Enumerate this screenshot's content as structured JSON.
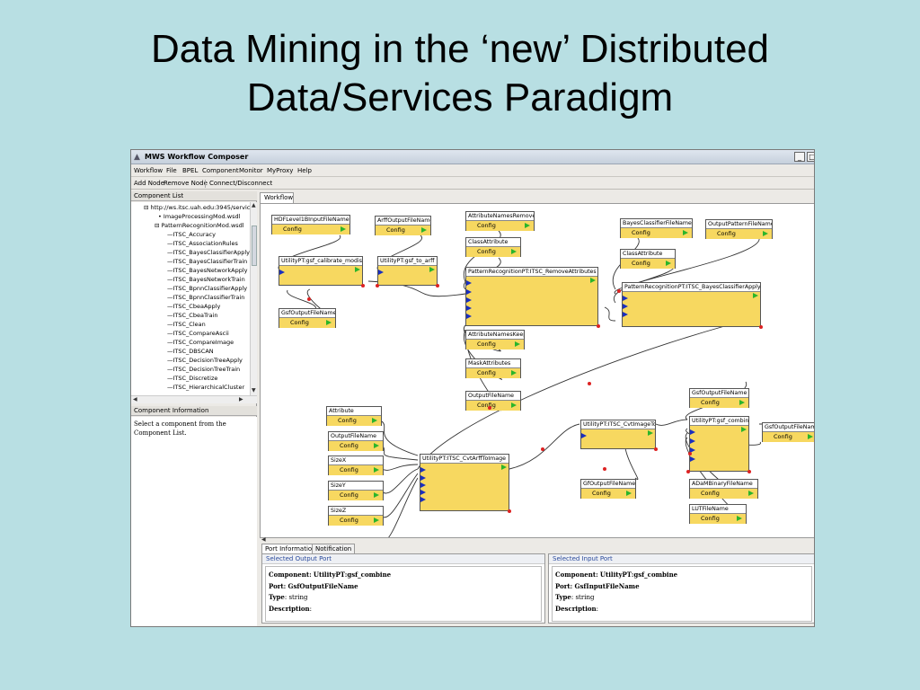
{
  "slide": {
    "title_line1": "Data Mining in the ‘new’ Distributed",
    "title_line2": "Data/Services Paradigm"
  },
  "window": {
    "title": "MWS Workflow Composer",
    "minimize": "_",
    "restore": "□"
  },
  "menu": [
    "Workflow",
    "File",
    "BPEL",
    "Component",
    "Monitor",
    "MyProxy",
    "Help"
  ],
  "toolbar": [
    "Add Node",
    "Remove Node",
    "Connect/Disconnect"
  ],
  "component_list": {
    "header": "Component List",
    "items": [
      "http://ws.itsc.uah.edu:3945/servic",
      "ImageProcessingMod.wsdl",
      "PatternRecognitionMod.wsdl",
      "ITSC_Accuracy",
      "ITSC_AssociationRules",
      "ITSC_BayesClassifierApply",
      "ITSC_BayesClassifierTrain",
      "ITSC_BayesNetworkApply",
      "ITSC_BayesNetworkTrain",
      "ITSC_BpnnClassifierApply",
      "ITSC_BpnnClassifierTrain",
      "ITSC_CbeaApply",
      "ITSC_CbeaTrain",
      "ITSC_Clean",
      "ITSC_CompareAscii",
      "ITSC_CompareImage",
      "ITSC_DBSCAN",
      "ITSC_DecisionTreeApply",
      "ITSC_DecisionTreeTrain",
      "ITSC_Discretize",
      "ITSC_HierarchicalCluster"
    ]
  },
  "component_info": {
    "header": "Component Information",
    "text": "Select a component from the Component List."
  },
  "workflow_tab": "Workflow",
  "config_label": "Config",
  "params": [
    "HDFLevel1BInputFileName",
    "ArffOutputFileName",
    "AttributeNamesRemove",
    "ClassAttribute",
    "BayesClassifierFileName",
    "OutputPatternFileName",
    "ClassAttribute",
    "GsfOutputFileName",
    "AttributeNamesKeep",
    "MaskAttributes",
    "OutputFileName",
    "GsfOutputFileName",
    "Attribute",
    "OutputFileName",
    "SizeX",
    "SizeY",
    "SizeZ",
    "GsfOutputFileName",
    "GfOutputFileName",
    "ADaMBinaryFileName",
    "LUTFileName"
  ],
  "components": [
    "UtilityPT:gsf_calibrate_modis",
    "UtilityPT:gsf_to_arff",
    "PatternRecognitionPT:ITSC_RemoveAttributes",
    "PatternRecognitionPT:ITSC_BayesClassifierApply",
    "UtilityPT:ITSC_CvtArffToImage",
    "UtilityPT:ITSC_CvtImageToGif",
    "UtilityPT:gsf_combine"
  ],
  "bottom_tabs": [
    "Port Information",
    "Notification"
  ],
  "port_info": {
    "output": {
      "header": "Selected Output Port",
      "component_label": "Component:",
      "component": "UtilityPT:gsf_combine",
      "port_label": "Port:",
      "port": "GsfOutputFileName",
      "type_label": "Type",
      "type": "string",
      "description_label": "Description"
    },
    "input": {
      "header": "Selected Input Port",
      "component_label": "Component:",
      "component": "UtilityPT:gsf_combine",
      "port_label": "Port:",
      "port": "GsfInputFileName",
      "type_label": "Type",
      "type": "string",
      "description_label": "Description"
    }
  },
  "colors": {
    "slide_background": "#b8dfe3",
    "node_fill": "#f7d860",
    "output_port": "#2bb52b",
    "input_port": "#1a2fbf",
    "connection_dot": "#dd2222"
  }
}
